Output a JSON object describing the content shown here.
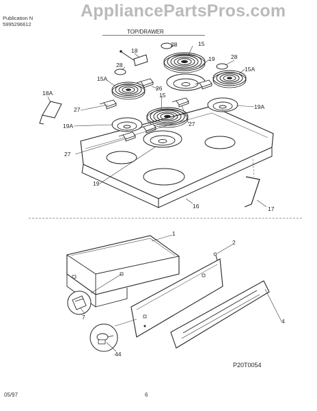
{
  "header": {
    "publication_line": "Publication N",
    "publication_number": "5995296612",
    "watermark": "AppliancePartsPros.com",
    "section_title": "TOP/DRAWER"
  },
  "callouts": {
    "p1": "1",
    "p2": "2",
    "p4": "4",
    "p7": "7",
    "p15a": "15",
    "p15b": "15",
    "p15A1": "15A",
    "p15A2": "15A",
    "p16": "16",
    "p17": "17",
    "p18": "18",
    "p18A": "18A",
    "p19a": "19",
    "p19b": "19",
    "p19A1": "19A",
    "p19A2": "19A",
    "p26": "26",
    "p27a": "27",
    "p27b": "27",
    "p27c": "27",
    "p28a": "28",
    "p28b": "28",
    "p28c": "28",
    "p44": "44"
  },
  "footer": {
    "date": "05/97",
    "page": "6",
    "figure_code": "P20T0054"
  }
}
